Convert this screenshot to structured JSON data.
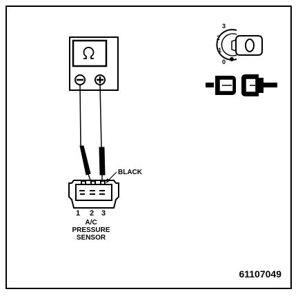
{
  "diagram": {
    "wire_color_label": "BLACK",
    "pin_labels": [
      "1",
      "2",
      "3"
    ],
    "component_label_lines": [
      "A/C",
      "PRESSURE",
      "SENSOR"
    ],
    "ignition_positions": [
      "3",
      "2",
      "1",
      "0"
    ],
    "figure_number": "61107049",
    "meter_terminals": {
      "negative": "−",
      "positive": "+"
    }
  }
}
